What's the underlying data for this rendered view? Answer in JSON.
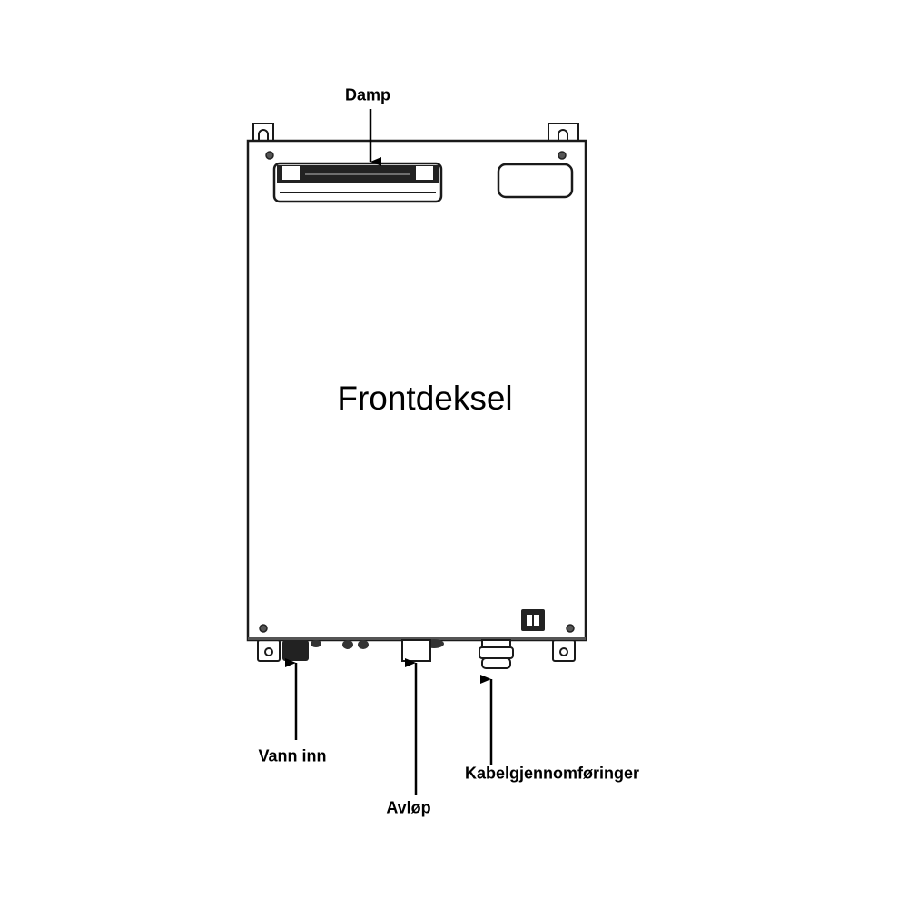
{
  "labels": {
    "steam": "Damp",
    "front_cover": "Frontdeksel",
    "water_in": "Vann inn",
    "drain": "Avløp",
    "cable_glands": "Kabelgjennomføringer"
  },
  "colors": {
    "line": "#1a1a1a",
    "fill": "#ffffff",
    "dark": "#222222"
  }
}
